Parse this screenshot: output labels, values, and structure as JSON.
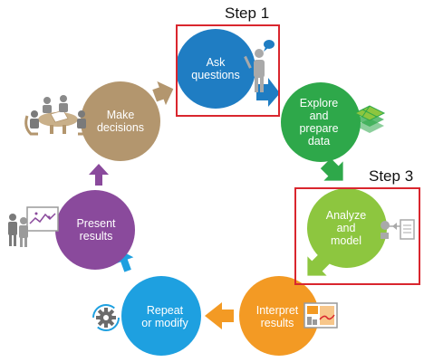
{
  "diagram": {
    "step_labels": {
      "step1": "Step 1",
      "step3": "Step 3"
    },
    "nodes": [
      {
        "id": "ask",
        "label": "Ask\nquestions",
        "color": "#1f7dc3",
        "icon": "person-speech-icon"
      },
      {
        "id": "explore",
        "label": "Explore\nand\nprepare\ndata",
        "color": "#2ea84a",
        "icon": "data-layers-icon"
      },
      {
        "id": "analyze",
        "label": "Analyze\nand\nmodel",
        "color": "#8dc63f",
        "icon": "model-flow-icon"
      },
      {
        "id": "interpret",
        "label": "Interpret\nresults",
        "color": "#f39a24",
        "icon": "map-chart-icon"
      },
      {
        "id": "repeat",
        "label": "Repeat\nor modify",
        "color": "#1ea0e0",
        "icon": "gear-cycle-icon"
      },
      {
        "id": "present",
        "label": "Present\nresults",
        "color": "#8a4a9c",
        "icon": "presentation-icon"
      },
      {
        "id": "decide",
        "label": "Make\ndecisions",
        "color": "#b3966e",
        "icon": "meeting-table-icon"
      }
    ],
    "highlight_color": "#d9262e"
  }
}
